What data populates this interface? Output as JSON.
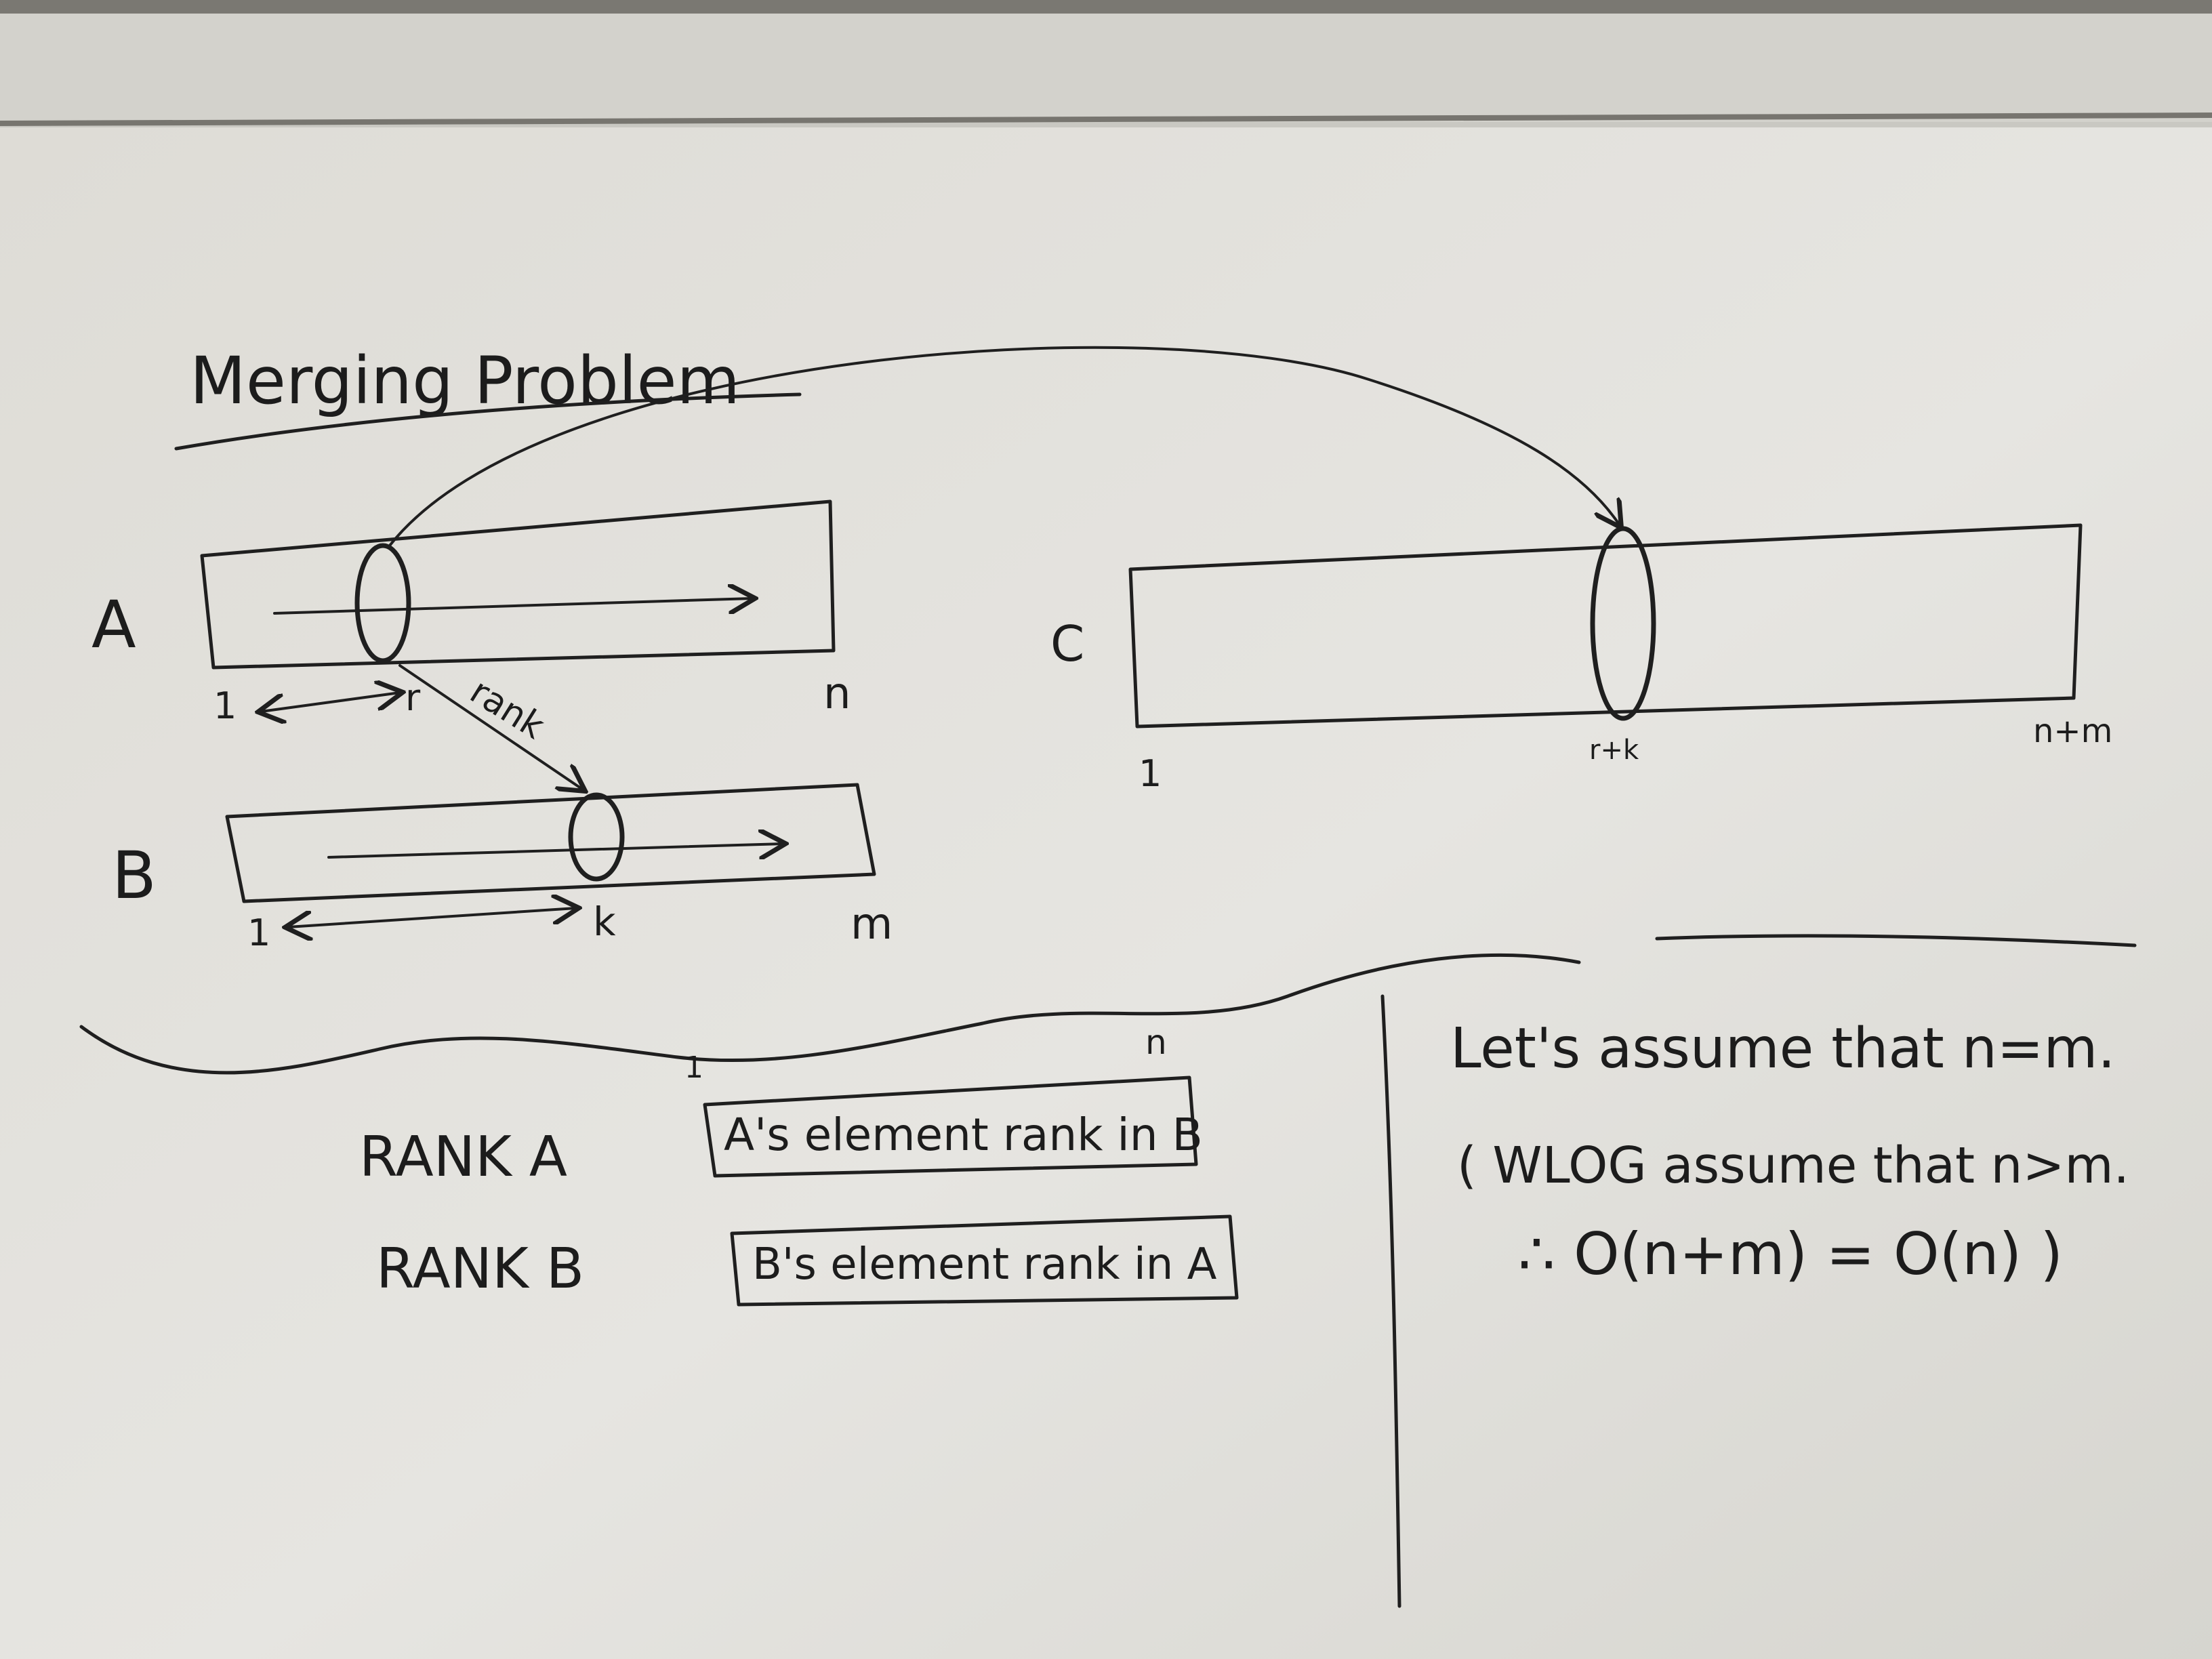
{
  "title": "Merging Problem",
  "arrays": {
    "a": {
      "label": "A",
      "start": "1",
      "pos": "r",
      "end": "n",
      "arrow_label": "rank"
    },
    "b": {
      "label": "B",
      "start": "1",
      "pos": "k",
      "end": "m"
    },
    "c": {
      "label": "C",
      "start": "1",
      "pos": "r+k",
      "end": "n+m"
    }
  },
  "ranks": {
    "small_1": "1",
    "small_n": "n",
    "rank_a": {
      "label": "RANK A",
      "desc": "A's element rank in B"
    },
    "rank_b": {
      "label": "RANK B",
      "desc": "B's element rank in A"
    }
  },
  "notes": {
    "assume": "Let's assume that n=m.",
    "wlog": "( WLOG assume that n>m.",
    "therefore": "∴ O(n+m) = O(n) )"
  },
  "colors": {
    "board": "#d9d8d2",
    "ink": "#1f1f1f",
    "frame": "#6f6d66"
  }
}
